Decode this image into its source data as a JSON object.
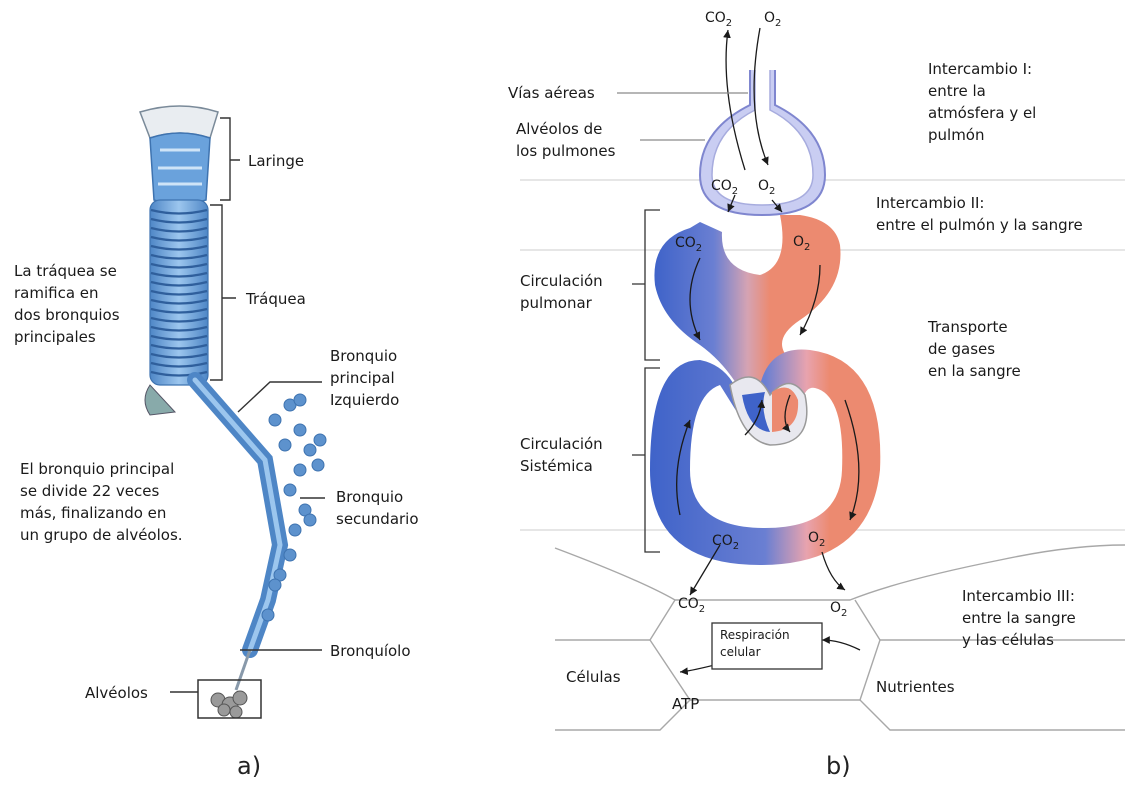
{
  "panel_a": {
    "caption": "a)",
    "labels": {
      "laringe": "Laringe",
      "traquea": "Tráquea",
      "traquea_note": "La tráquea se\nramifica en\ndos bronquios\nprincipales",
      "bronquio_principal": "Bronquio\nprincipal\nIzquierdo",
      "bronquio_secundario": "Bronquio\nsecundario",
      "division_note": "El bronquio principal\nse divide 22 veces\nmás, finalizando en\nun grupo de alvéolos.",
      "bronquiolo": "Bronquíolo",
      "alveolos": "Alvéolos"
    }
  },
  "panel_b": {
    "caption": "b)",
    "labels": {
      "vias_aereas": "Vías aéreas",
      "alveolos_pulmones": "Alvéolos de\nlos pulmones",
      "intercambio_1": "Intercambio I:\nentre la\natmósfera y el\npulmón",
      "intercambio_2": "Intercambio II:\nentre el pulmón y la sangre",
      "circ_pulmonar": "Circulación\npulmonar",
      "transporte": "Transporte\nde gases\nen la sangre",
      "circ_sistemica": "Circulación\nSistémica",
      "intercambio_3": "Intercambio III:\nentre la sangre\ny las células",
      "respiracion": "Respiración\ncelular",
      "celulas": "Células",
      "atp": "ATP",
      "nutrientes": "Nutrientes"
    },
    "gases": {
      "co2_base": "CO",
      "o2_base": "O",
      "subscript": "2"
    },
    "colors": {
      "venous": "#3f63c9",
      "arterial": "#ec8a70",
      "airway": "#c9cdf2",
      "airway_edge": "#7f86cf"
    }
  }
}
